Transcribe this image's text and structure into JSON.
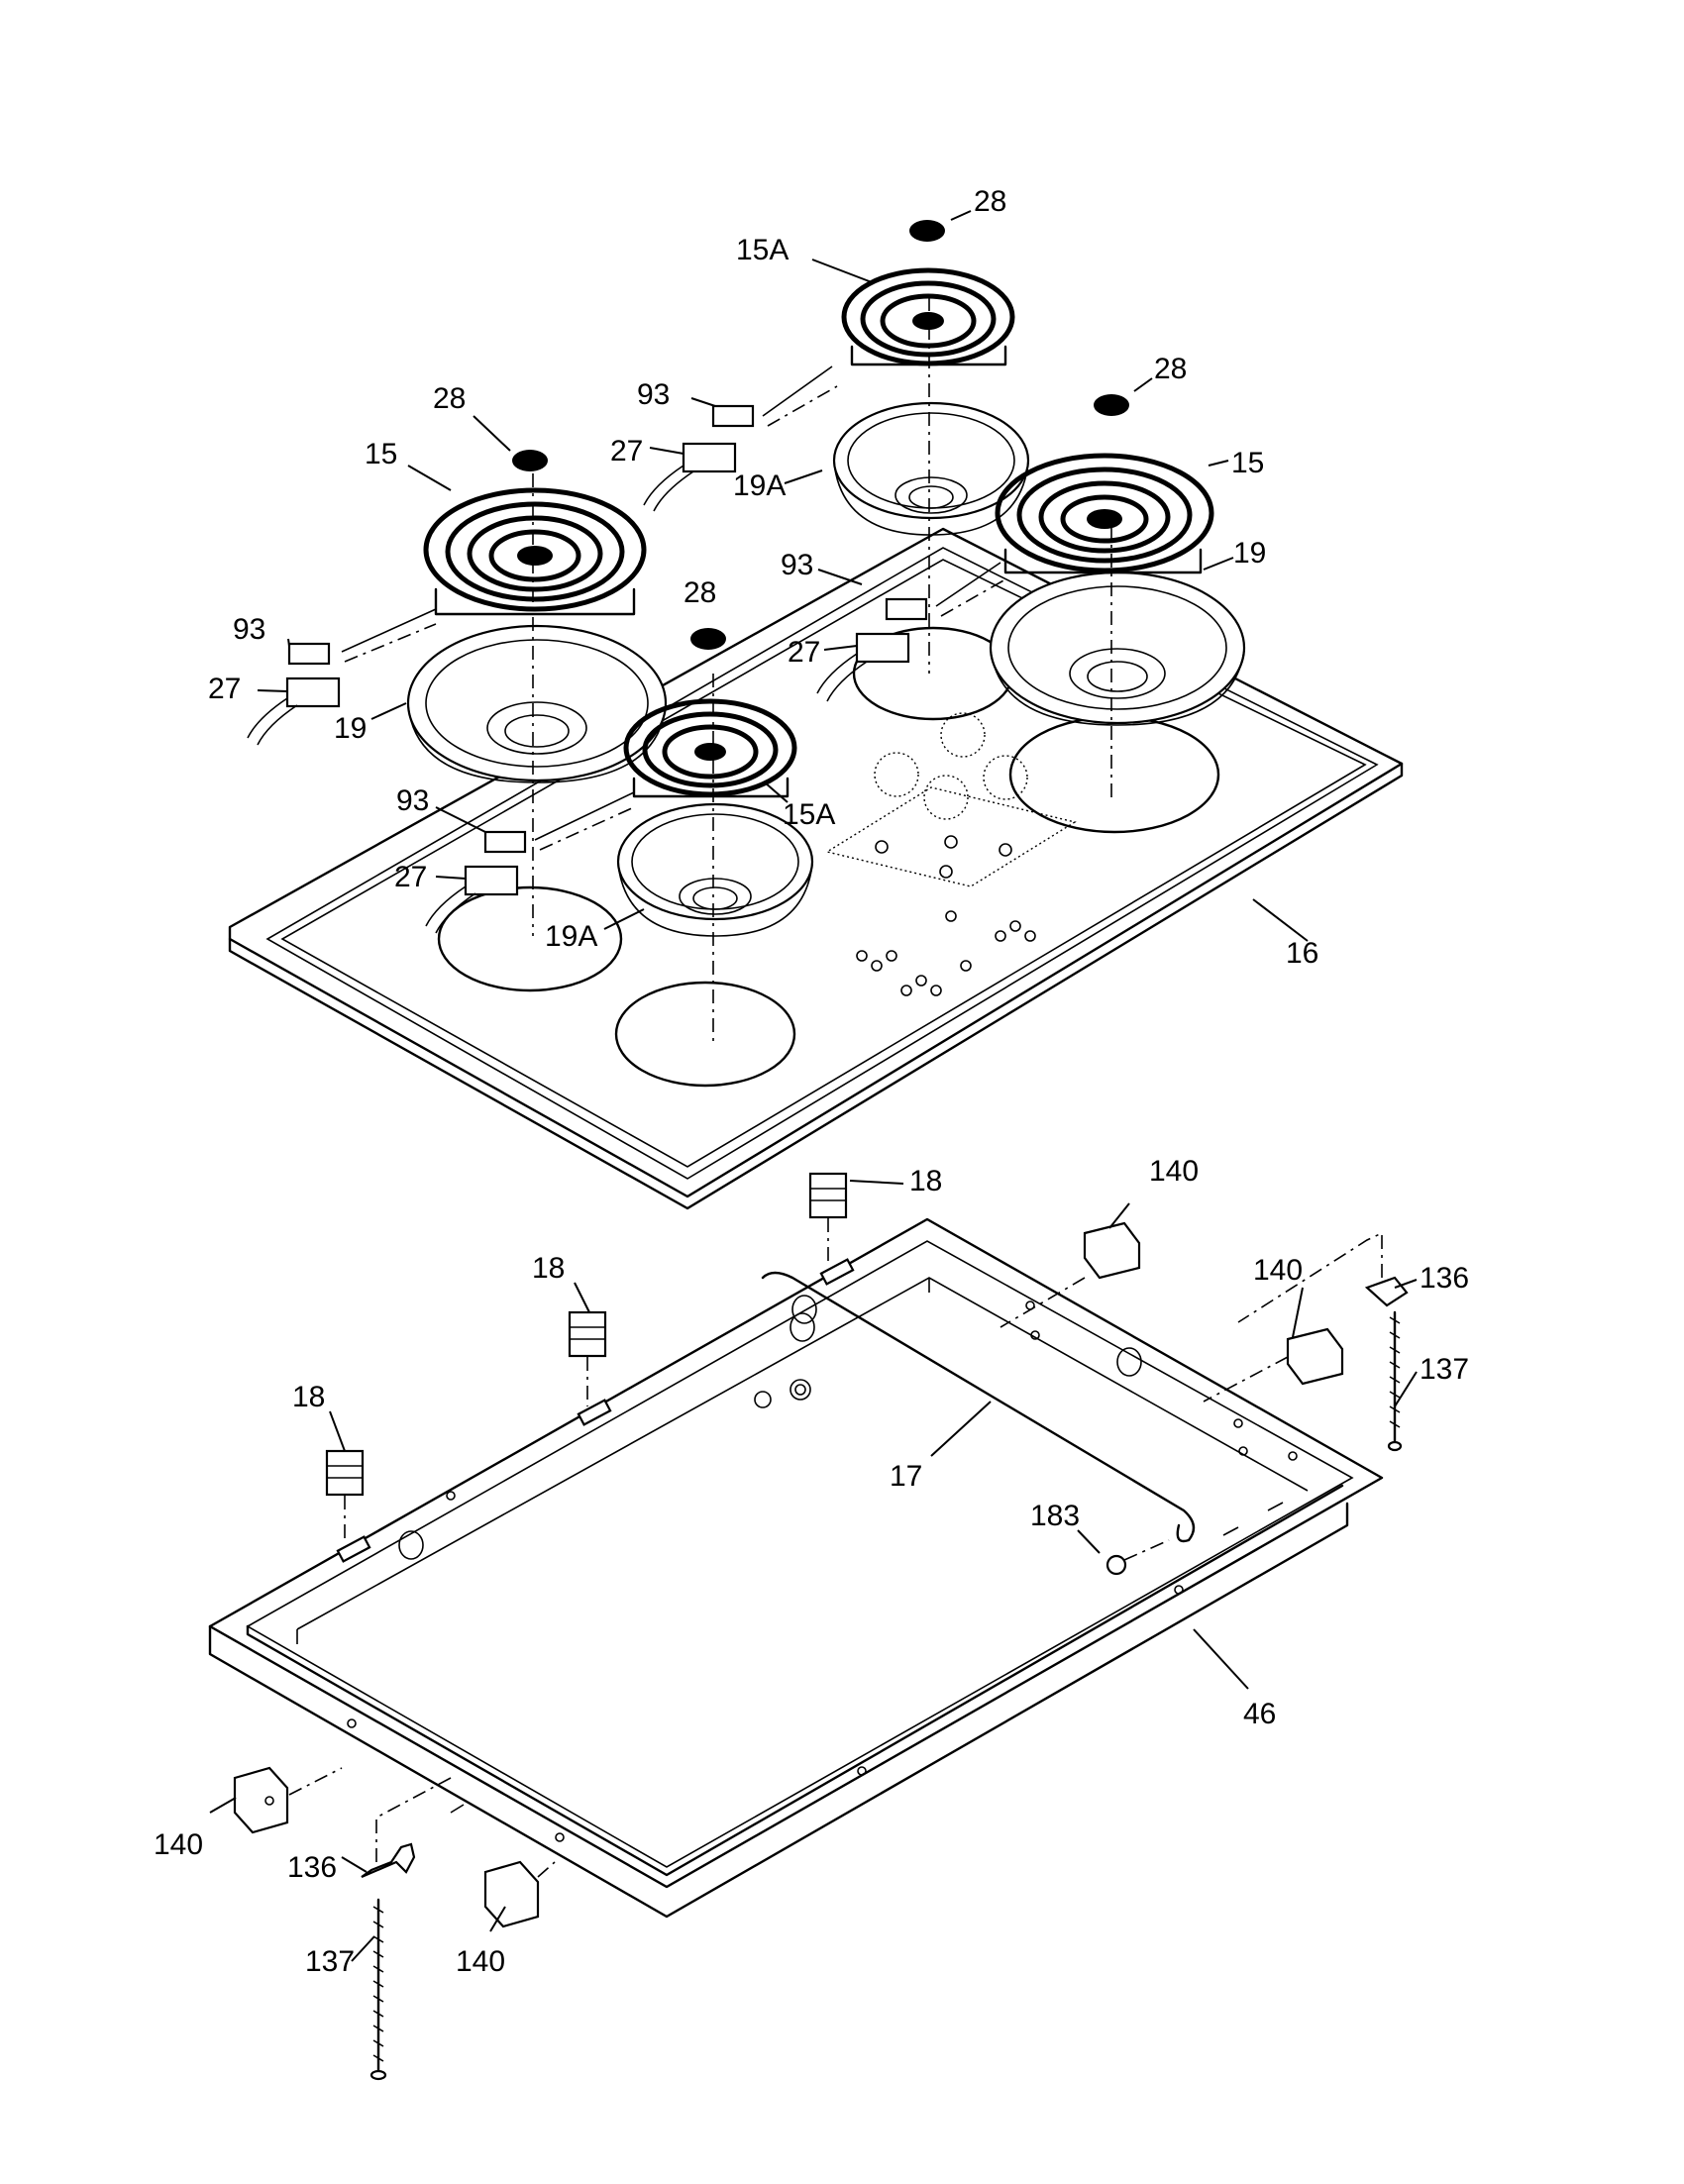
{
  "callouts": {
    "c28_top": "28",
    "c15A_top": "15A",
    "c28_right": "28",
    "c93_top": "93",
    "c28_left": "28",
    "c15_left": "15",
    "c27_top": "27",
    "c19A_top": "19A",
    "c15_right": "15",
    "c19_right": "19",
    "c93_mid": "93",
    "c28_center": "28",
    "c93_left": "93",
    "c27_mid": "27",
    "c27_left": "27",
    "c19_left": "19",
    "c15A_front": "15A",
    "c93_front": "93",
    "c27_front": "27",
    "c19A_front": "19A",
    "c16_cooktop": "16",
    "c18_back": "18",
    "c140_back": "140",
    "c18_mid": "18",
    "c140_right": "140",
    "c136_right": "136",
    "c18_left": "18",
    "c137_right": "137",
    "c17_rod": "17",
    "c183_screw": "183",
    "c46_frame": "46",
    "c140_front_left": "140",
    "c136_front": "136",
    "c137_front": "137",
    "c140_front": "140"
  }
}
